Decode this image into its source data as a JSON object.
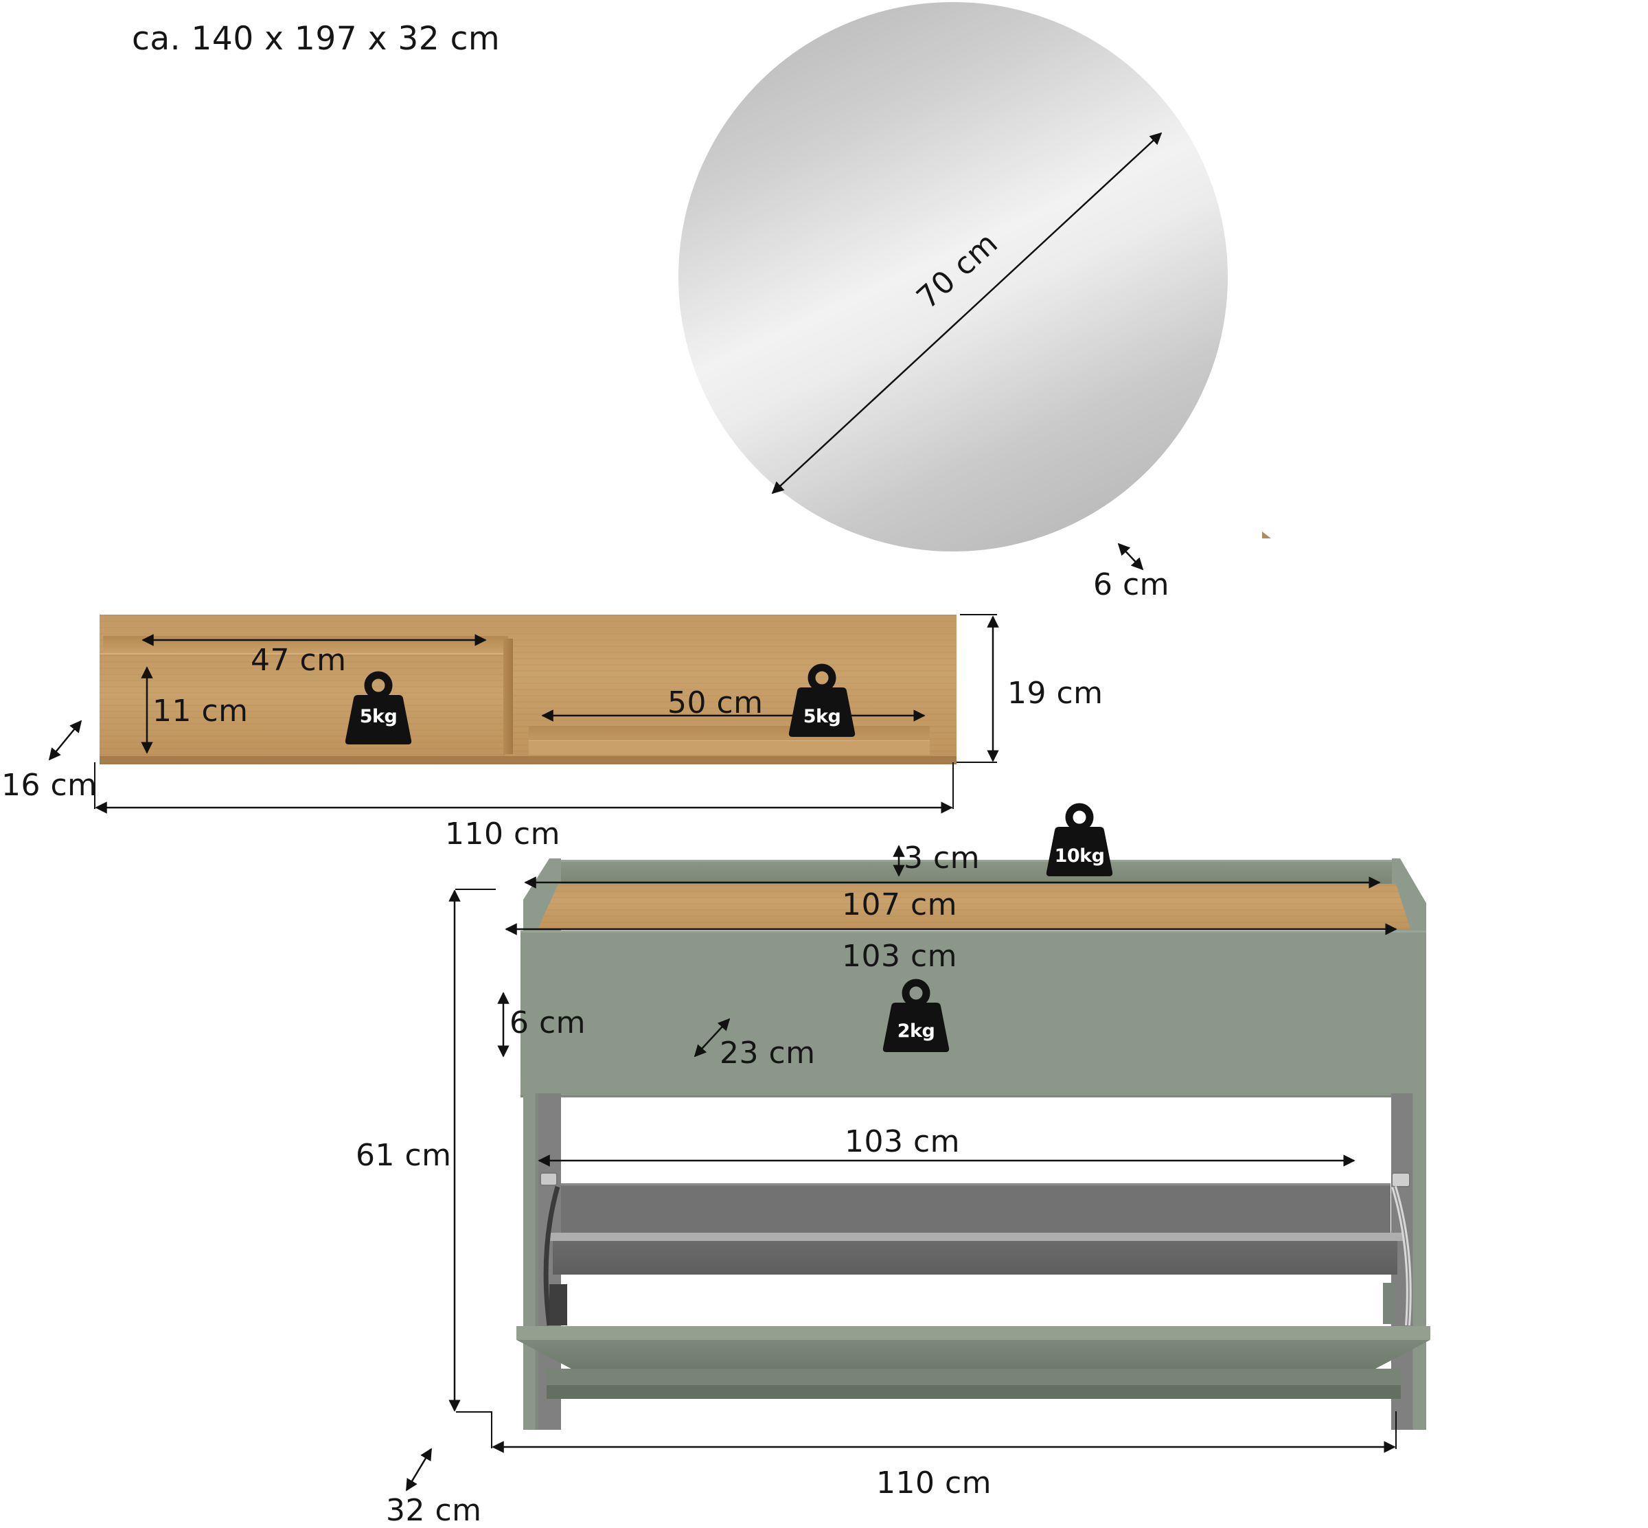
{
  "header": {
    "overall_dimensions": "ca. 140 x 197 x 32 cm"
  },
  "mirror": {
    "diameter_label": "70 cm",
    "depth_label": "6 cm",
    "colors": {
      "glass_dark": "#b0b0b0",
      "glass_light": "#f2f2f2"
    }
  },
  "wall_shelf": {
    "width_label": "110 cm",
    "height_label": "19 cm",
    "depth_label": "16 cm",
    "box_inner_width_label": "47 cm",
    "box_inner_height_label": "11 cm",
    "ledge_width_label": "50 cm",
    "box_load": "5kg",
    "ledge_load": "5kg",
    "colors": {
      "wood": "#c49a62",
      "wood_dark": "#a97c45"
    }
  },
  "shoe_cabinet": {
    "top_rail_height_label": "3 cm",
    "top_inner_width_label": "107 cm",
    "front_width_label": "103 cm",
    "top_load": "10kg",
    "flap_lip_label": "6 cm",
    "flap_depth_label": "23 cm",
    "flap_load": "2kg",
    "tray_width_label": "103 cm",
    "height_label": "61 cm",
    "width_label": "110 cm",
    "depth_label": "32 cm",
    "colors": {
      "sage_green": "#8b9788",
      "sage_dark": "#7a8574",
      "tray_gray": "#6d6d6d",
      "tray_edge": "#a9a9a9",
      "top_wood": "#c49a62"
    }
  }
}
